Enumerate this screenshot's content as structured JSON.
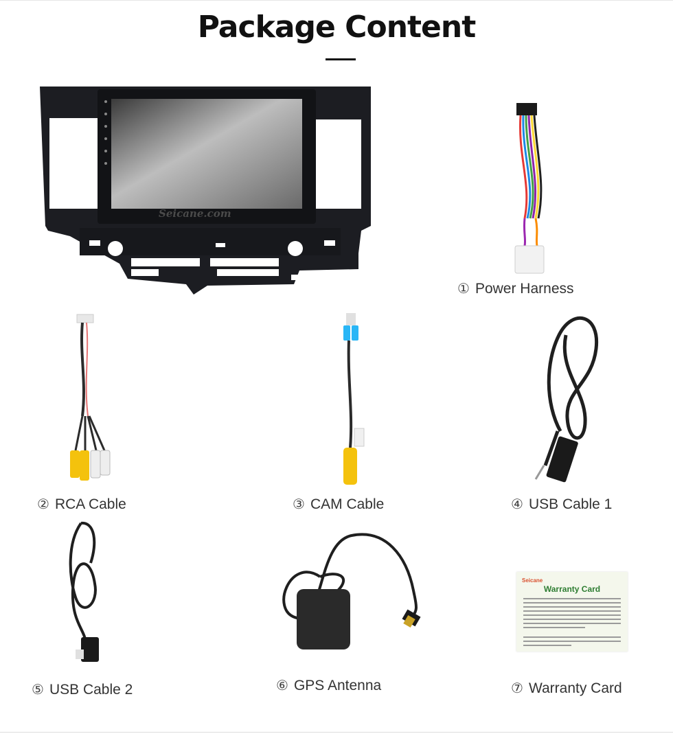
{
  "page": {
    "title": "Package Content"
  },
  "head_unit": {
    "screen_brand": "Seicane.com"
  },
  "items": [
    {
      "num": "①",
      "label": "Power Harness"
    },
    {
      "num": "②",
      "label": "RCA Cable"
    },
    {
      "num": "③",
      "label": "CAM Cable"
    },
    {
      "num": "④",
      "label": "USB Cable 1"
    },
    {
      "num": "⑤",
      "label": "USB Cable 2"
    },
    {
      "num": "⑥",
      "label": "GPS Antenna"
    },
    {
      "num": "⑦",
      "label": "Warranty Card"
    }
  ],
  "warranty_card": {
    "brand": "Seicane",
    "heading": "Warranty Card"
  }
}
